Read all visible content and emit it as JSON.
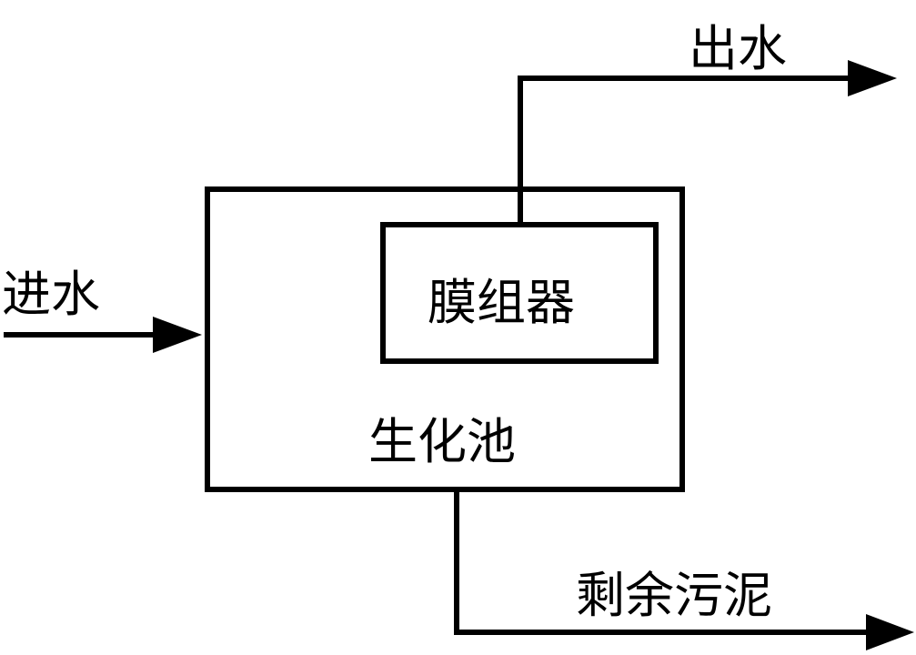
{
  "diagram": {
    "labels": {
      "inlet": "进水",
      "outlet": "出水",
      "membrane_module": "膜组器",
      "bioreactor": "生化池",
      "excess_sludge": "剩余污泥"
    },
    "colors": {
      "stroke": "#000000",
      "background": "#ffffff"
    }
  }
}
